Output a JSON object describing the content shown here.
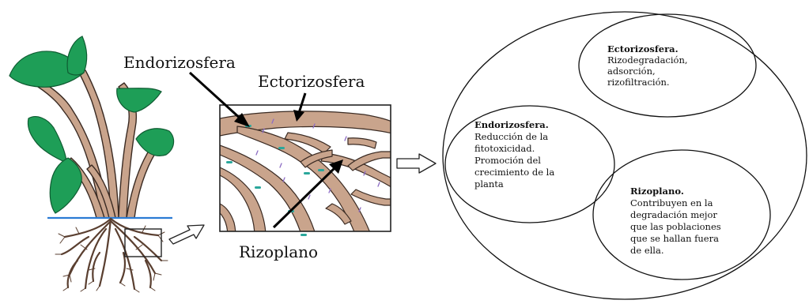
{
  "labels": {
    "endorizosfera": "Endorizosfera",
    "ectorizosfera": "Ectorizosfera",
    "rizoplano": "Rizoplano"
  },
  "zones": {
    "ecto": {
      "title": "Ectorizosfera.",
      "lines": [
        "Rizodegradación,",
        "adsorción,",
        "rizofiltración."
      ]
    },
    "endo": {
      "title": "Endorizosfera.",
      "lines": [
        "Reducción de la",
        "fitotoxicidad.",
        "Promoción del",
        "crecimiento de la",
        "planta"
      ]
    },
    "rizo": {
      "title": "Rizoplano.",
      "lines": [
        "Contribuyen en la",
        "degradación mejor",
        "que las poblaciones",
        "que se hallan fuera",
        "de ella."
      ]
    }
  },
  "colors": {
    "leaf": "#1e9e57",
    "stem": "#c9a48c",
    "outline": "#3a2a22",
    "soil_line": "#2a7bd4",
    "bacteria": "#2aa79b",
    "particle": "#8d6cc4"
  }
}
